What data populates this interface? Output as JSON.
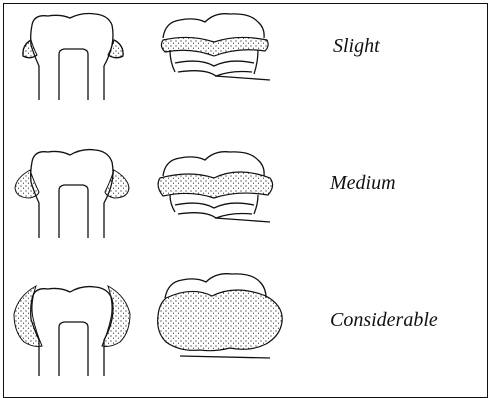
{
  "rows": [
    {
      "label": "Slight"
    },
    {
      "label": "Medium"
    },
    {
      "label": "Considerable"
    }
  ]
}
